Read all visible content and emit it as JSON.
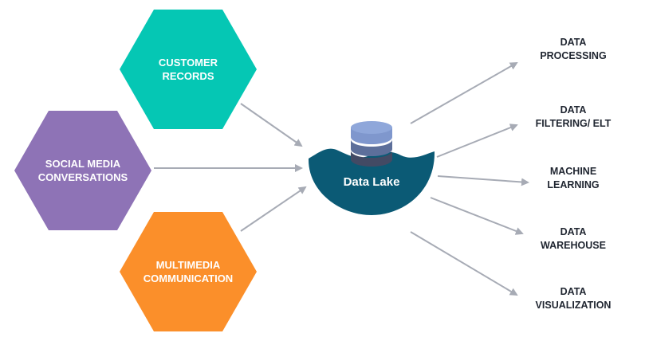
{
  "sources": [
    {
      "id": "customer",
      "line1": "CUSTOMER",
      "line2": "RECORDS",
      "color": "#05c7b4"
    },
    {
      "id": "social",
      "line1": "SOCIAL MEDIA",
      "line2": "CONVERSATIONS",
      "color": "#8e73b6"
    },
    {
      "id": "multimedia",
      "line1": "MULTIMEDIA",
      "line2": "COMMUNICATION",
      "color": "#fb8f2a"
    }
  ],
  "center": {
    "label": "Data Lake",
    "lake_color": "#0b5a75",
    "db_colors": [
      "#7f97cd",
      "#5d6f9a",
      "#424a64"
    ]
  },
  "outputs": [
    {
      "id": "processing",
      "line1": "DATA",
      "line2": "PROCESSING"
    },
    {
      "id": "filtering",
      "line1": "DATA",
      "line2": "FILTERING/ ELT"
    },
    {
      "id": "ml",
      "line1": "MACHINE",
      "line2": "LEARNING"
    },
    {
      "id": "warehouse",
      "line1": "DATA",
      "line2": "WAREHOUSE"
    },
    {
      "id": "visualization",
      "line1": "DATA",
      "line2": "VISUALIZATION"
    }
  ],
  "arrow_color": "#a7abb5"
}
